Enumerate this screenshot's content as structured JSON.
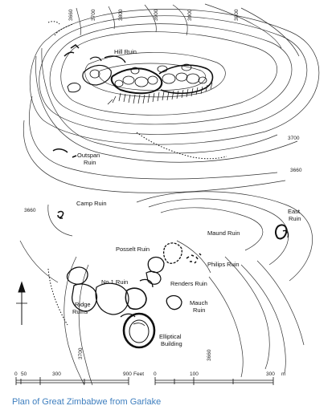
{
  "elevations": {
    "top": [
      "3660",
      "3700",
      "3800",
      "3900",
      "3900",
      "3800"
    ],
    "e3700_right": "3700",
    "e3660_right": "3660",
    "e3660_left": "3660",
    "e3700_bottom": "3700",
    "e3660_bottom": "3660"
  },
  "labels": {
    "hill_ruin": "Hill Ruin",
    "outspan_ruin_1": "Outspan",
    "outspan_ruin_2": "Ruin",
    "camp_ruin": "Camp Ruin",
    "east_ruin_1": "East",
    "east_ruin_2": "Ruin",
    "maund_ruin": "Maund Ruin",
    "posselt_ruin": "Posselt Ruin",
    "philips_ruin": "Philips Ruin",
    "no1_ruin": "No.1 Ruin",
    "renders_ruin": "Renders Ruin",
    "ridge_ruins_1": "Ridge",
    "ridge_ruins_2": "Ruins",
    "mauch_ruin_1": "Mauch",
    "mauch_ruin_2": "Ruin",
    "elliptical_1": "Elliptical",
    "elliptical_2": "Building"
  },
  "scale_feet": {
    "ticks": [
      "0",
      "50",
      "300",
      "900"
    ],
    "unit": "Feet"
  },
  "scale_m": {
    "ticks": [
      "0",
      "100",
      "300"
    ],
    "unit": "m"
  },
  "caption": "Plan of Great Zimbabwe from Garlake",
  "colors": {
    "caption": "#3f7fbf",
    "ink": "#111111"
  }
}
